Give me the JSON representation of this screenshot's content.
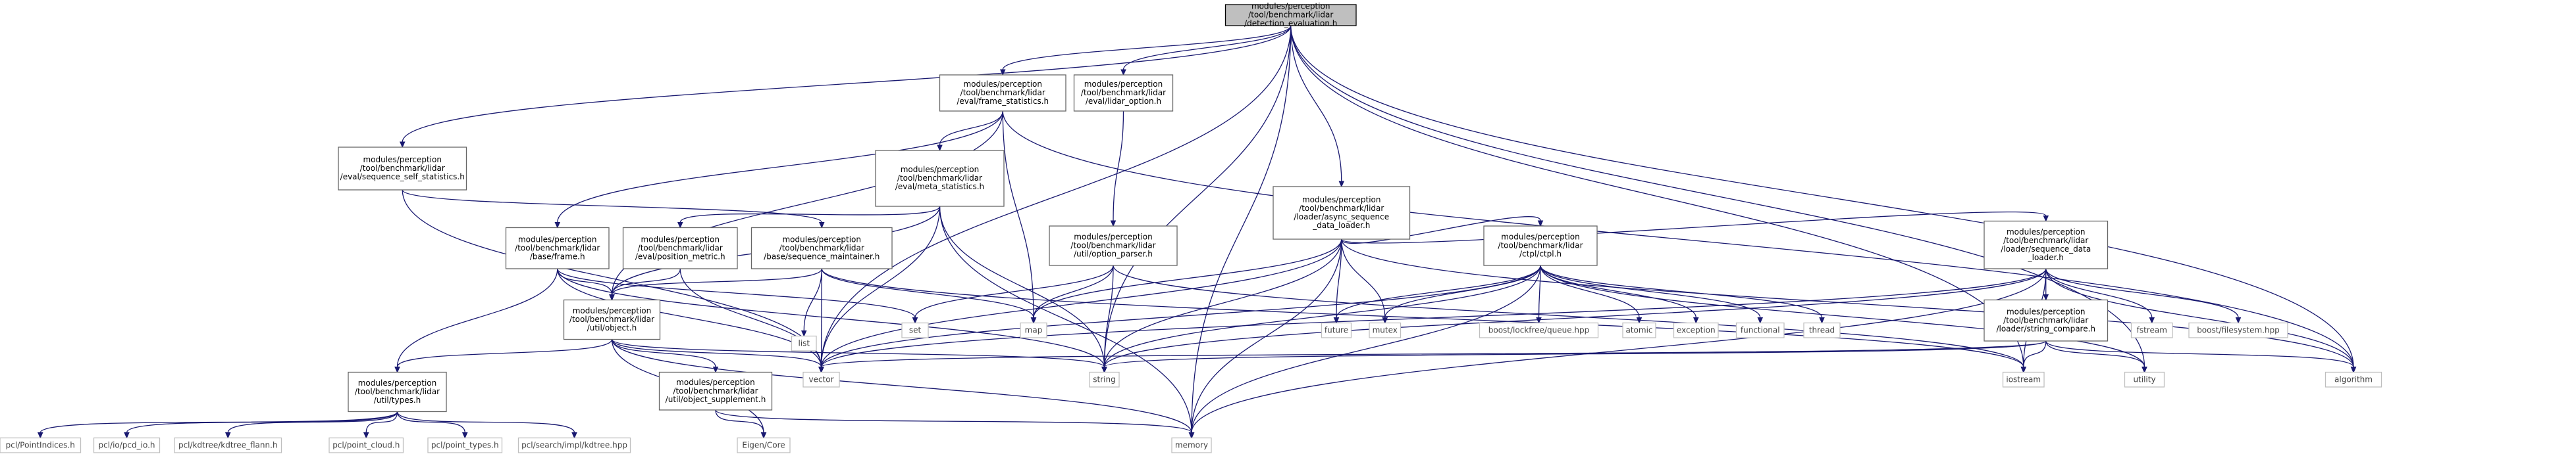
{
  "nodes": [
    {
      "id": "root",
      "kind": "root",
      "lines": [
        "modules/perception",
        "/tool/benchmark/lidar",
        "/detection_evaluation.h"
      ]
    },
    {
      "id": "frame_statistics",
      "kind": "local",
      "lines": [
        "modules/perception",
        "/tool/benchmark/lidar",
        "/eval/frame_statistics.h"
      ]
    },
    {
      "id": "lidar_option",
      "kind": "local",
      "lines": [
        "modules/perception",
        "/tool/benchmark/lidar",
        "/eval/lidar_option.h"
      ]
    },
    {
      "id": "sequence_self_statistics",
      "kind": "local",
      "lines": [
        "modules/perception",
        "/tool/benchmark/lidar",
        "/eval/sequence_self_statistics.h"
      ]
    },
    {
      "id": "meta_statistics",
      "kind": "local",
      "lines": [
        "modules/perception",
        "/tool/benchmark/lidar",
        "/eval/meta_statistics.h"
      ]
    },
    {
      "id": "async_sequence",
      "kind": "local",
      "lines": [
        "modules/perception",
        "/tool/benchmark/lidar",
        "/loader/async_sequence",
        "_data_loader.h"
      ]
    },
    {
      "id": "option_parser",
      "kind": "local",
      "lines": [
        "modules/perception",
        "/tool/benchmark/lidar",
        "/util/option_parser.h"
      ]
    },
    {
      "id": "ctpl",
      "kind": "local",
      "lines": [
        "modules/perception",
        "/tool/benchmark/lidar",
        "/ctpl/ctpl.h"
      ]
    },
    {
      "id": "sequence_data_loader",
      "kind": "local",
      "lines": [
        "modules/perception",
        "/tool/benchmark/lidar",
        "/loader/sequence_data",
        "_loader.h"
      ]
    },
    {
      "id": "frame",
      "kind": "local",
      "lines": [
        "modules/perception",
        "/tool/benchmark/lidar",
        "/base/frame.h"
      ]
    },
    {
      "id": "position_metric",
      "kind": "local",
      "lines": [
        "modules/perception",
        "/tool/benchmark/lidar",
        "/eval/position_metric.h"
      ]
    },
    {
      "id": "sequence_maintainer",
      "kind": "local",
      "lines": [
        "modules/perception",
        "/tool/benchmark/lidar",
        "/base/sequence_maintainer.h"
      ]
    },
    {
      "id": "string_compare",
      "kind": "local",
      "lines": [
        "modules/perception",
        "/tool/benchmark/lidar",
        "/loader/string_compare.h"
      ]
    },
    {
      "id": "object",
      "kind": "local",
      "lines": [
        "modules/perception",
        "/tool/benchmark/lidar",
        "/util/object.h"
      ]
    },
    {
      "id": "types",
      "kind": "local",
      "lines": [
        "modules/perception",
        "/tool/benchmark/lidar",
        "/util/types.h"
      ]
    },
    {
      "id": "object_supplement",
      "kind": "local",
      "lines": [
        "modules/perception",
        "/tool/benchmark/lidar",
        "/util/object_supplement.h"
      ]
    },
    {
      "id": "list",
      "kind": "ext",
      "lines": [
        "list"
      ]
    },
    {
      "id": "set",
      "kind": "ext",
      "lines": [
        "set"
      ]
    },
    {
      "id": "map",
      "kind": "ext",
      "lines": [
        "map"
      ]
    },
    {
      "id": "future",
      "kind": "ext",
      "lines": [
        "future"
      ]
    },
    {
      "id": "mutex",
      "kind": "ext",
      "lines": [
        "mutex"
      ]
    },
    {
      "id": "lockfree",
      "kind": "ext",
      "lines": [
        "boost/lockfree/queue.hpp"
      ]
    },
    {
      "id": "atomic",
      "kind": "ext",
      "lines": [
        "atomic"
      ]
    },
    {
      "id": "exception",
      "kind": "ext",
      "lines": [
        "exception"
      ]
    },
    {
      "id": "functional",
      "kind": "ext",
      "lines": [
        "functional"
      ]
    },
    {
      "id": "thread",
      "kind": "ext",
      "lines": [
        "thread"
      ]
    },
    {
      "id": "fstream",
      "kind": "ext",
      "lines": [
        "fstream"
      ]
    },
    {
      "id": "boostfs",
      "kind": "ext",
      "lines": [
        "boost/filesystem.hpp"
      ]
    },
    {
      "id": "vector",
      "kind": "ext",
      "lines": [
        "vector"
      ]
    },
    {
      "id": "string",
      "kind": "ext",
      "lines": [
        "string"
      ]
    },
    {
      "id": "iostream",
      "kind": "ext",
      "lines": [
        "iostream"
      ]
    },
    {
      "id": "utility",
      "kind": "ext",
      "lines": [
        "utility"
      ]
    },
    {
      "id": "algorithm",
      "kind": "ext",
      "lines": [
        "algorithm"
      ]
    },
    {
      "id": "memory",
      "kind": "ext",
      "lines": [
        "memory"
      ]
    },
    {
      "id": "eigen",
      "kind": "ext",
      "lines": [
        "Eigen/Core"
      ]
    },
    {
      "id": "pclpi",
      "kind": "ext",
      "lines": [
        "pcl/PointIndices.h"
      ]
    },
    {
      "id": "pclio",
      "kind": "ext",
      "lines": [
        "pcl/io/pcd_io.h"
      ]
    },
    {
      "id": "kdflann",
      "kind": "ext",
      "lines": [
        "pcl/kdtree/kdtree_flann.h"
      ]
    },
    {
      "id": "pclcloud",
      "kind": "ext",
      "lines": [
        "pcl/point_cloud.h"
      ]
    },
    {
      "id": "pcltypes",
      "kind": "ext",
      "lines": [
        "pcl/point_types.h"
      ]
    },
    {
      "id": "kdimpl",
      "kind": "ext",
      "lines": [
        "pcl/search/impl/kdtree.hpp"
      ]
    }
  ],
  "edges": [
    [
      "root",
      "frame_statistics"
    ],
    [
      "root",
      "lidar_option"
    ],
    [
      "root",
      "sequence_self_statistics"
    ],
    [
      "root",
      "async_sequence"
    ],
    [
      "root",
      "vector"
    ],
    [
      "root",
      "string"
    ],
    [
      "root",
      "iostream"
    ],
    [
      "root",
      "utility"
    ],
    [
      "root",
      "algorithm"
    ],
    [
      "root",
      "memory"
    ],
    [
      "frame_statistics",
      "meta_statistics"
    ],
    [
      "frame_statistics",
      "frame"
    ],
    [
      "frame_statistics",
      "object"
    ],
    [
      "frame_statistics",
      "map"
    ],
    [
      "frame_statistics",
      "algorithm"
    ],
    [
      "lidar_option",
      "option_parser"
    ],
    [
      "sequence_self_statistics",
      "sequence_maintainer"
    ],
    [
      "sequence_self_statistics",
      "vector"
    ],
    [
      "meta_statistics",
      "object"
    ],
    [
      "meta_statistics",
      "position_metric"
    ],
    [
      "meta_statistics",
      "vector"
    ],
    [
      "meta_statistics",
      "string"
    ],
    [
      "meta_statistics",
      "memory"
    ],
    [
      "async_sequence",
      "sequence_data_loader"
    ],
    [
      "async_sequence",
      "ctpl"
    ],
    [
      "async_sequence",
      "map"
    ],
    [
      "async_sequence",
      "vector"
    ],
    [
      "async_sequence",
      "string"
    ],
    [
      "async_sequence",
      "memory"
    ],
    [
      "async_sequence",
      "future"
    ],
    [
      "async_sequence",
      "mutex"
    ],
    [
      "async_sequence",
      "algorithm"
    ],
    [
      "option_parser",
      "set"
    ],
    [
      "option_parser",
      "map"
    ],
    [
      "option_parser",
      "string"
    ],
    [
      "option_parser",
      "iostream"
    ],
    [
      "ctpl",
      "future"
    ],
    [
      "ctpl",
      "mutex"
    ],
    [
      "ctpl",
      "lockfree"
    ],
    [
      "ctpl",
      "atomic"
    ],
    [
      "ctpl",
      "exception"
    ],
    [
      "ctpl",
      "functional"
    ],
    [
      "ctpl",
      "thread"
    ],
    [
      "ctpl",
      "utility"
    ],
    [
      "ctpl",
      "vector"
    ],
    [
      "ctpl",
      "string"
    ],
    [
      "ctpl",
      "memory"
    ],
    [
      "sequence_data_loader",
      "string_compare"
    ],
    [
      "sequence_data_loader",
      "fstream"
    ],
    [
      "sequence_data_loader",
      "boostfs"
    ],
    [
      "sequence_data_loader",
      "vector"
    ],
    [
      "sequence_data_loader",
      "string"
    ],
    [
      "sequence_data_loader",
      "iostream"
    ],
    [
      "sequence_data_loader",
      "algorithm"
    ],
    [
      "sequence_data_loader",
      "memory"
    ],
    [
      "frame",
      "object"
    ],
    [
      "frame",
      "types"
    ],
    [
      "frame",
      "set"
    ],
    [
      "frame",
      "vector"
    ],
    [
      "frame",
      "string"
    ],
    [
      "position_metric",
      "object"
    ],
    [
      "position_metric",
      "vector"
    ],
    [
      "sequence_maintainer",
      "object"
    ],
    [
      "sequence_maintainer",
      "list"
    ],
    [
      "sequence_maintainer",
      "map"
    ],
    [
      "sequence_maintainer",
      "vector"
    ],
    [
      "sequence_maintainer",
      "iostream"
    ],
    [
      "string_compare",
      "vector"
    ],
    [
      "string_compare",
      "string"
    ],
    [
      "string_compare",
      "iostream"
    ],
    [
      "string_compare",
      "utility"
    ],
    [
      "string_compare",
      "algorithm"
    ],
    [
      "object",
      "types"
    ],
    [
      "object",
      "object_supplement"
    ],
    [
      "object",
      "eigen"
    ],
    [
      "object",
      "vector"
    ],
    [
      "object",
      "string"
    ],
    [
      "object",
      "memory"
    ],
    [
      "object_supplement",
      "eigen"
    ],
    [
      "object_supplement",
      "memory"
    ],
    [
      "types",
      "pclpi"
    ],
    [
      "types",
      "pclio"
    ],
    [
      "types",
      "kdflann"
    ],
    [
      "types",
      "pclcloud"
    ],
    [
      "types",
      "pcltypes"
    ],
    [
      "types",
      "kdimpl"
    ]
  ]
}
